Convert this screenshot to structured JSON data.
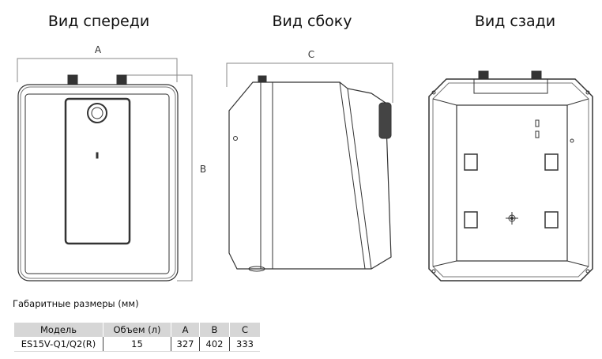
{
  "views": {
    "front": {
      "title": "Вид спереди",
      "dim_a": "A",
      "dim_b": "B"
    },
    "side": {
      "title": "Вид сбоку",
      "dim_c": "C"
    },
    "rear": {
      "title": "Вид сзади"
    }
  },
  "caption": "Габаритные размеры (мм)",
  "table": {
    "headers": [
      "Модель",
      "Объем (л)",
      "A",
      "B",
      "C"
    ],
    "rows": [
      [
        "ES15V-Q1/Q2(R)",
        "15",
        "327",
        "402",
        "333"
      ]
    ]
  }
}
